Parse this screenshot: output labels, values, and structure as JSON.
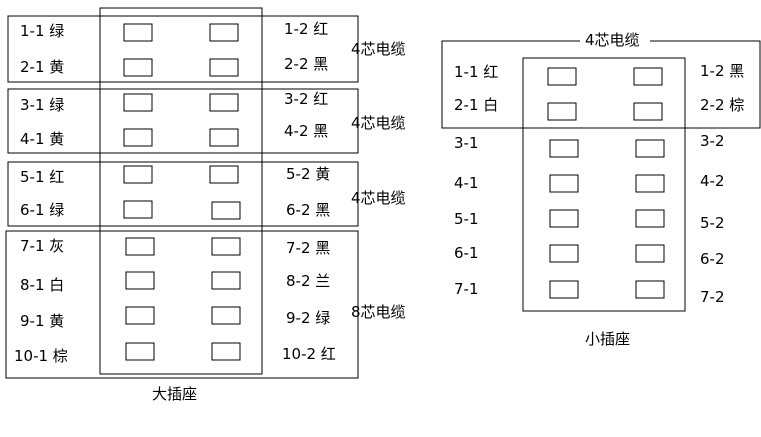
{
  "big_socket": {
    "caption": "大插座",
    "groups": [
      {
        "cable_label": "4芯电缆",
        "left": [
          "1-1 绿",
          "2-1 黄"
        ],
        "right": [
          "1-2 红",
          "2-2 黑"
        ]
      },
      {
        "cable_label": "4芯电缆",
        "left": [
          "3-1 绿",
          "4-1 黄"
        ],
        "right": [
          "3-2 红",
          "4-2 黑"
        ]
      },
      {
        "cable_label": "4芯电缆",
        "left": [
          "5-1 红",
          "6-1 绿"
        ],
        "right": [
          "5-2 黄",
          "6-2 黑"
        ]
      },
      {
        "cable_label": "8芯电缆",
        "left": [
          "7-1 灰",
          "8-1 白",
          "9-1 黄",
          "10-1 棕"
        ],
        "right": [
          "7-2 黑",
          "8-2 兰",
          "9-2 绿",
          "10-2 红"
        ]
      }
    ]
  },
  "small_socket": {
    "caption": "小插座",
    "cable_label": "4芯电缆",
    "left": [
      "1-1 红",
      "2-1 白",
      "3-1",
      "4-1",
      "5-1",
      "6-1",
      "7-1"
    ],
    "right": [
      "1-2 黑",
      "2-2 棕",
      "3-2",
      "4-2",
      "5-2",
      "6-2",
      "7-2"
    ]
  }
}
